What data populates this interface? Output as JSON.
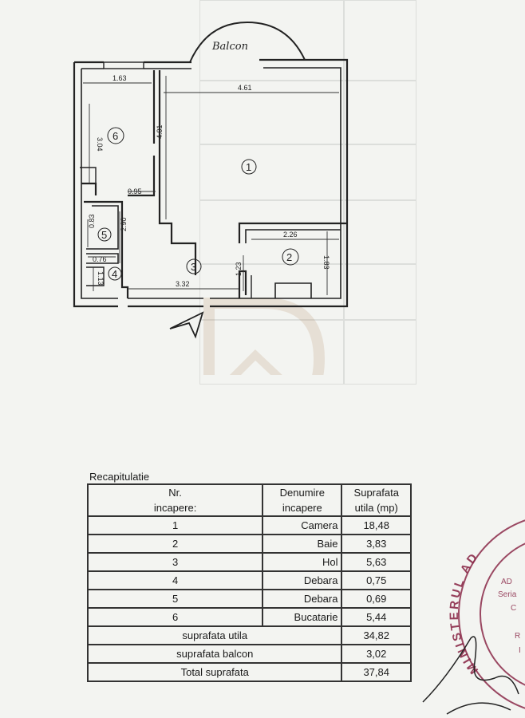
{
  "plan": {
    "balcon_label": "Balcon",
    "rooms": [
      {
        "number": "1"
      },
      {
        "number": "2"
      },
      {
        "number": "3"
      },
      {
        "number": "4"
      },
      {
        "number": "5"
      },
      {
        "number": "6"
      }
    ],
    "dimensions": {
      "d163": "1.63",
      "d461": "4.61",
      "d304": "3.04",
      "d401": "4.01",
      "d095": "0.95",
      "d226": "2.26",
      "d183": "1.83",
      "d083": "0.83",
      "d290": "2.90",
      "d076": "0.76",
      "d113": "1.13",
      "d123": "1.23",
      "d332": "3.32"
    }
  },
  "recap": {
    "title": "Recapitulatie",
    "headers": {
      "nr_line1": "Nr.",
      "nr_line2": "incapere:",
      "den_line1": "Denumire",
      "den_line2": "incapere",
      "sup_line1": "Suprafata",
      "sup_line2": "utila (mp)"
    },
    "rows": [
      {
        "nr": "1",
        "name": "Camera",
        "area": "18,48"
      },
      {
        "nr": "2",
        "name": "Baie",
        "area": "3,83"
      },
      {
        "nr": "3",
        "name": "Hol",
        "area": "5,63"
      },
      {
        "nr": "4",
        "name": "Debara",
        "area": "0,75"
      },
      {
        "nr": "5",
        "name": "Debara",
        "area": "0,69"
      },
      {
        "nr": "6",
        "name": "Bucatarie",
        "area": "5,44"
      }
    ],
    "totals": [
      {
        "label": "suprafata utila",
        "value": "34,82"
      },
      {
        "label": "suprafata balcon",
        "value": "3,02"
      },
      {
        "label": "Total suprafata",
        "value": "37,84"
      }
    ]
  },
  "stamp": {
    "text": "MINISTERUL AD",
    "side_text": [
      "AD",
      "Seria",
      "C",
      "R",
      "I"
    ]
  }
}
